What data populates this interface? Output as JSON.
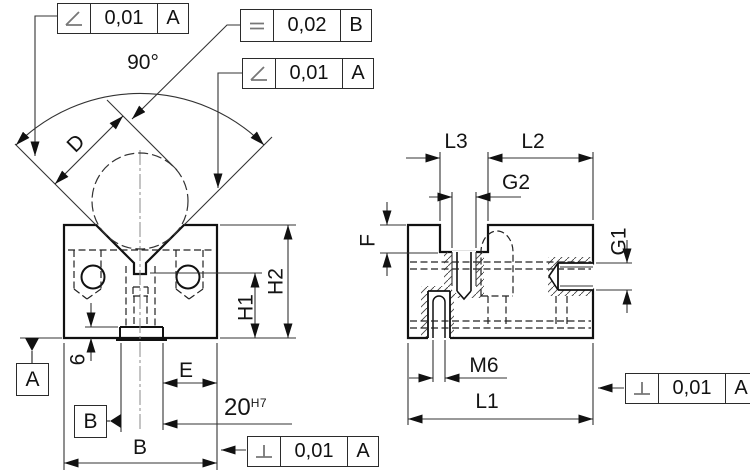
{
  "frames": {
    "angular_top": {
      "symbol": "angularity-icon",
      "value": "0,01",
      "datum": "A"
    },
    "parallel": {
      "symbol": "parallelism-icon",
      "value": "0,02",
      "datum": "B"
    },
    "angular_right": {
      "symbol": "angularity-icon",
      "value": "0,01",
      "datum": "A"
    },
    "perp_front": {
      "symbol": "perpendicularity-icon",
      "value": "0,01",
      "datum": "A"
    },
    "perp_side": {
      "symbol": "perpendicularity-icon",
      "value": "0,01",
      "datum": "A"
    }
  },
  "datums": {
    "a": "A",
    "b": "B"
  },
  "dims": {
    "angle": "90°",
    "d": "D",
    "h1": "H1",
    "h2": "H2",
    "e": "E",
    "b": "B",
    "six": "6",
    "slot": {
      "value": "20",
      "fit": "H7"
    },
    "l1": "L1",
    "l2": "L2",
    "l3": "L3",
    "g1": "G1",
    "g2": "G2",
    "f": "F",
    "m6": "M6"
  }
}
